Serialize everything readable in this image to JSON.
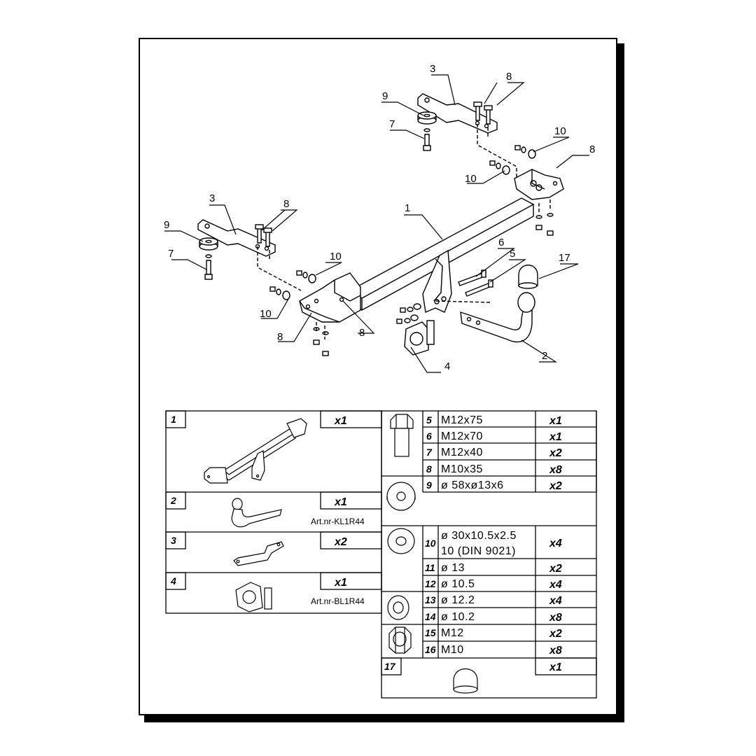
{
  "callouts": {
    "c1": "1",
    "c2": "2",
    "c3a": "3",
    "c3b": "3",
    "c4": "4",
    "c5": "5",
    "c6": "6",
    "c7a": "7",
    "c7b": "7",
    "c8a": "8",
    "c8b": "8",
    "c8c": "8",
    "c8d": "8",
    "c8e": "8",
    "c9a": "9",
    "c9b": "9",
    "c10a": "10",
    "c10b": "10",
    "c10c": "10",
    "c10d": "10",
    "c17": "17"
  },
  "left_parts": [
    {
      "id": "1",
      "qty": "x1",
      "art": ""
    },
    {
      "id": "2",
      "qty": "x1",
      "art": "Art.nr-KL1R44"
    },
    {
      "id": "3",
      "qty": "x2",
      "art": ""
    },
    {
      "id": "4",
      "qty": "x1",
      "art": "Art.nr-BL1R44"
    }
  ],
  "right_rows": [
    {
      "id": "5",
      "spec": "M12x75",
      "qty": "x1"
    },
    {
      "id": "6",
      "spec": "M12x70",
      "qty": "x1"
    },
    {
      "id": "7",
      "spec": "M12x40",
      "qty": "x2"
    },
    {
      "id": "8",
      "spec": "M10x35",
      "qty": "x8"
    },
    {
      "id": "9",
      "spec": "ø 58xø13x6",
      "qty": "x2"
    },
    {
      "id": "10",
      "spec": "ø 30x10.5x2.5",
      "spec2": "10 (DIN 9021)",
      "qty": "x4"
    },
    {
      "id": "11",
      "spec": "ø 13",
      "qty": "x2"
    },
    {
      "id": "12",
      "spec": "ø 10.5",
      "qty": "x4"
    },
    {
      "id": "13",
      "spec": "ø 12.2",
      "qty": "x4"
    },
    {
      "id": "14",
      "spec": "ø 10.2",
      "qty": "x8"
    },
    {
      "id": "15",
      "spec": "M12",
      "qty": "x2"
    },
    {
      "id": "16",
      "spec": "M10",
      "qty": "x8"
    },
    {
      "id": "17",
      "spec": "",
      "qty": "x1"
    }
  ]
}
